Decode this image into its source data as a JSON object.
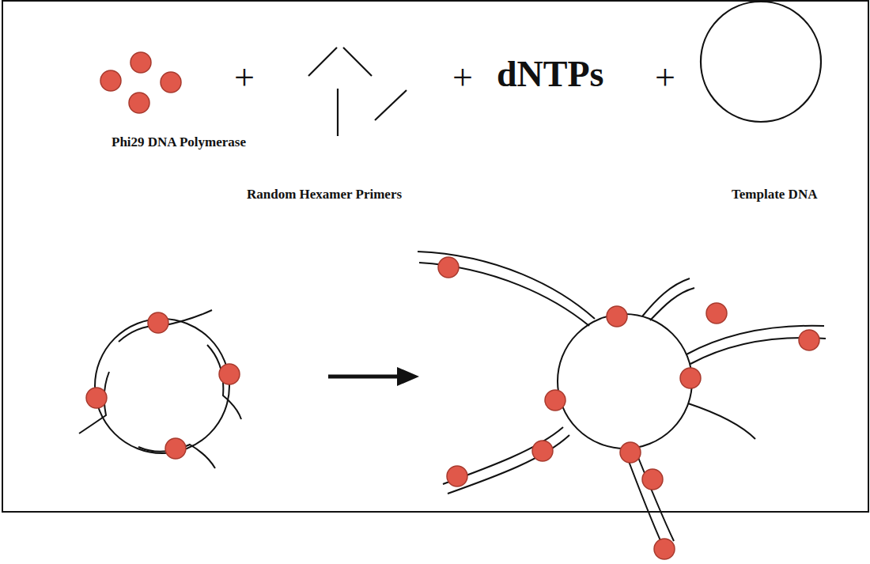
{
  "diagram": {
    "labels": [
      "+",
      "+",
      "dNTPs",
      "+",
      "Phi29 DNA Polymerase",
      "Random Hexamer Primers",
      "Template DNA"
    ]
  }
}
